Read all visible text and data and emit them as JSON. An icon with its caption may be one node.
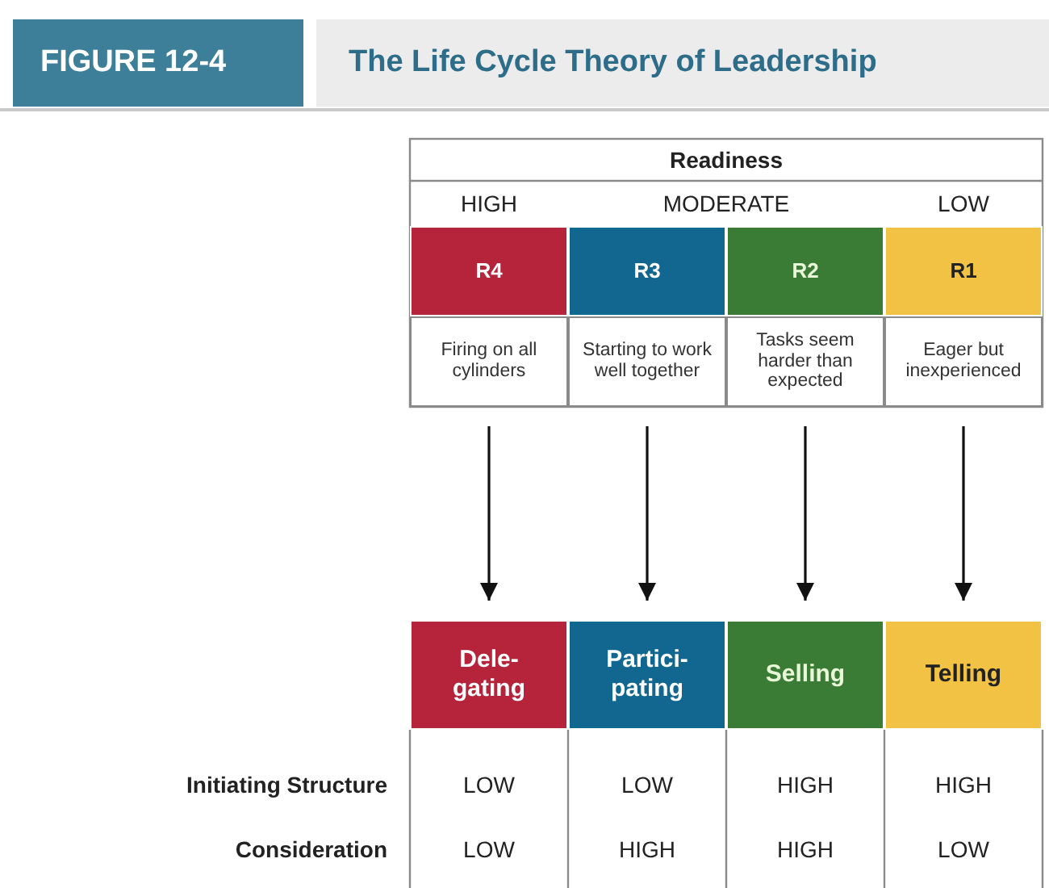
{
  "diagram": {
    "title": "The Life Cycle Theory of Leadership",
    "nodes": [
      {
        "text": [
          "R4"
        ]
      },
      {
        "text": [
          "R3"
        ]
      },
      {
        "text": [
          "R2"
        ]
      },
      {
        "text": [
          "R1"
        ]
      },
      {
        "text": [
          "Firing on all cylinders"
        ]
      },
      {
        "text": [
          "Starting to work well together"
        ]
      },
      {
        "text": [
          "Tasks seem harder than expected"
        ]
      },
      {
        "text": [
          "Eager but inexperienced"
        ]
      },
      {
        "text": [
          "Dele- gating"
        ]
      },
      {
        "text": [
          "Partici- pating"
        ]
      },
      {
        "text": [
          "Selling"
        ]
      },
      {
        "text": [
          "Telling"
        ]
      }
    ],
    "edges": [
      {
        "from": 4,
        "to": 8,
        "arrow": "to"
      },
      {
        "from": 5,
        "to": 9,
        "arrow": "to"
      },
      {
        "from": 6,
        "to": 10,
        "arrow": "to"
      },
      {
        "from": 7,
        "to": 11,
        "arrow": "to"
      }
    ],
    "labels": [
      "FIGURE 12-4",
      "Readiness",
      "HIGH",
      "MODERATE",
      "LOW",
      "Initiating Structure",
      "LOW",
      "LOW",
      "HIGH",
      "HIGH",
      "Consideration",
      "LOW",
      "HIGH",
      "HIGH",
      "LOW"
    ]
  }
}
